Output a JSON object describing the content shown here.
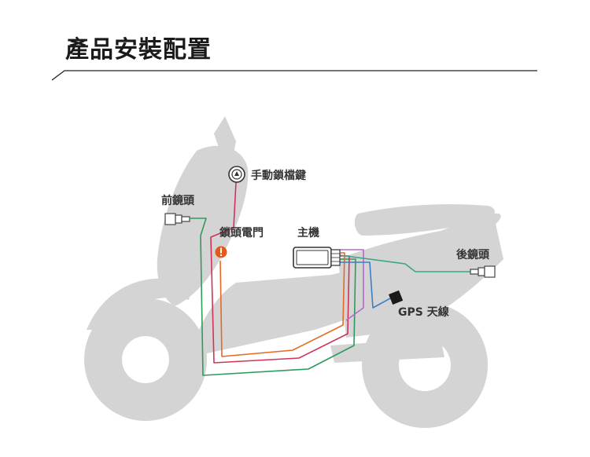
{
  "page": {
    "title": "產品安裝配置"
  },
  "diagram": {
    "labels": {
      "lock_button": "手動鎖檔鍵",
      "front_camera": "前鏡頭",
      "lock_door": "鎖頭電門",
      "main_unit": "主機",
      "rear_camera": "後鏡頭",
      "gps_antenna": "GPS 天線"
    },
    "colors": {
      "scooter": "#d4d4d4",
      "wire_green": "#2e9b5c",
      "wire_red": "#d2325a",
      "wire_orange": "#e46a24",
      "wire_purple": "#b56ac4",
      "wire_blue": "#3a7fc6",
      "wire_teal": "#3aa58c",
      "alert": "#e35a1d"
    },
    "icons": {
      "lock_button": "lock-button-icon",
      "lock_door": "exclamation-icon",
      "gps": "gps-module-icon"
    }
  }
}
